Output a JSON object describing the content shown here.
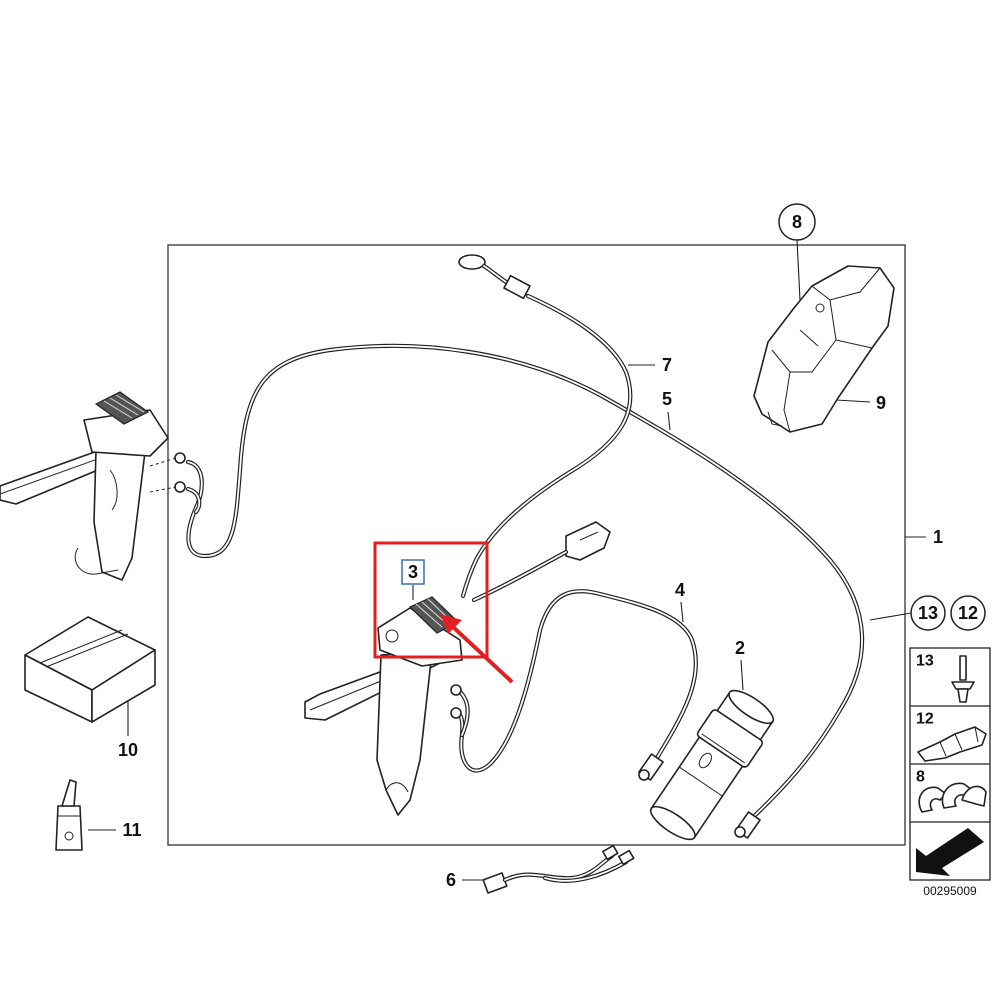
{
  "callouts": {
    "c1": "1",
    "c2": "2",
    "c3": "3",
    "c4": "4",
    "c5": "5",
    "c6": "6",
    "c7": "7",
    "c8": "8",
    "c9": "9",
    "c10": "10",
    "c11": "11",
    "c12": "12",
    "c13": "13"
  },
  "legend": {
    "row_rivet": "13",
    "row_clip": "12",
    "row_cable_clip": "8"
  },
  "diagram_id": "00295009",
  "colors": {
    "highlight": "#e02020",
    "callout_box": "#3a6fb0",
    "line": "#222222"
  }
}
